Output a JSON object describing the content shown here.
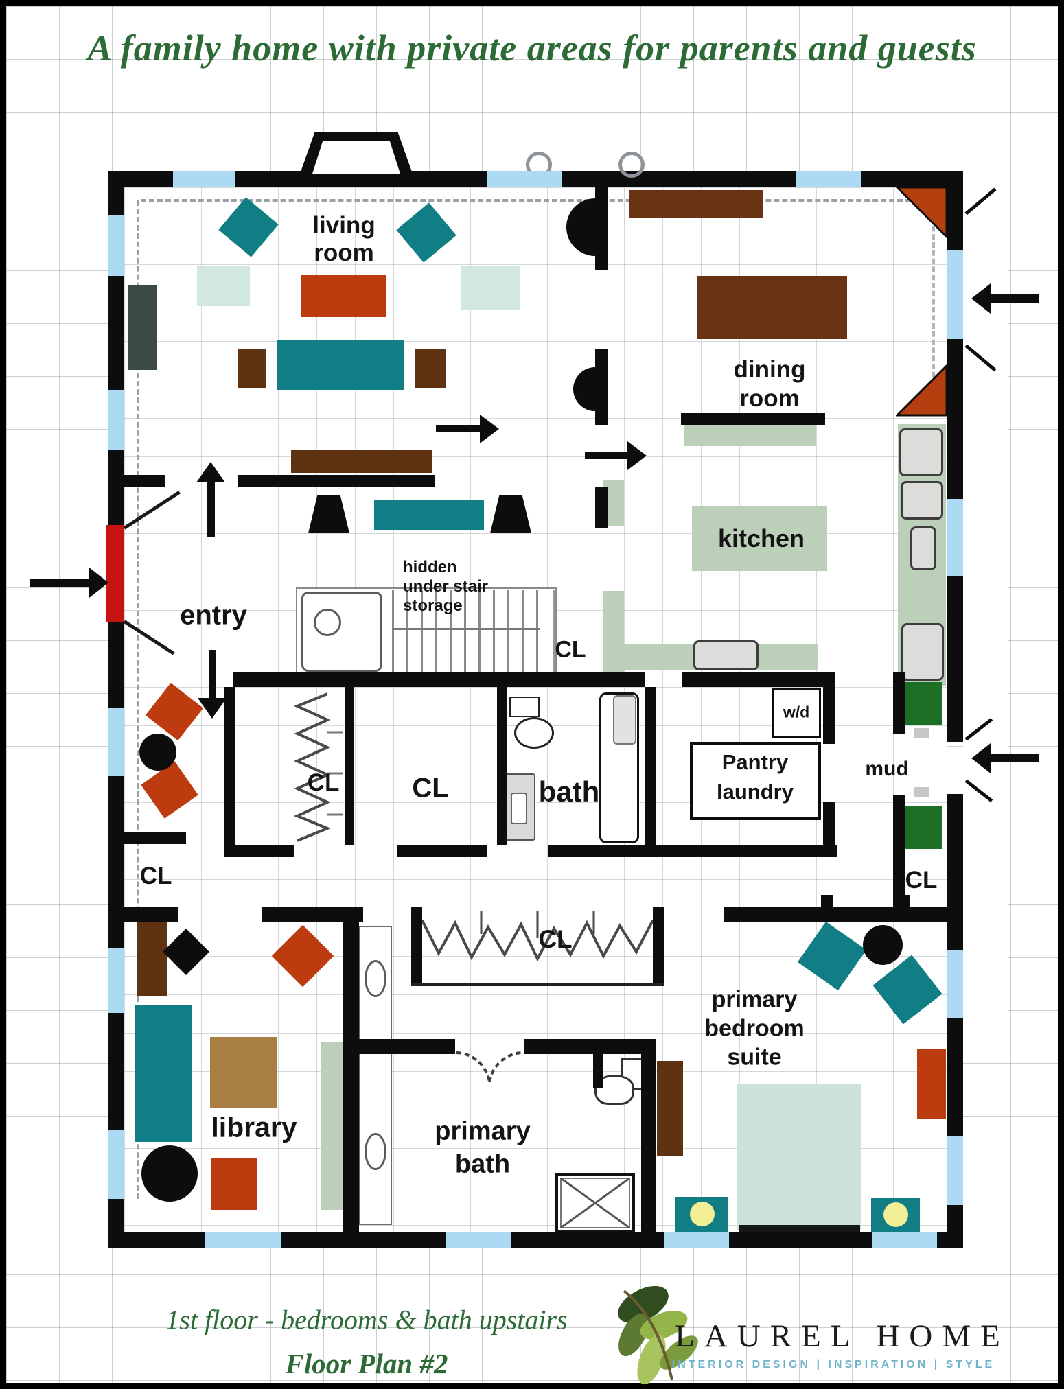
{
  "title": "A family home with private areas for parents and guests",
  "plan": {
    "rooms": {
      "living": [
        "living",
        "room"
      ],
      "dining": [
        "dining",
        "room"
      ],
      "kitchen": "kitchen",
      "entry": "entry",
      "storage": [
        "hidden",
        "under stair",
        "storage"
      ],
      "closet_abbr": "CL",
      "bath": "bath",
      "pantry": [
        "Pantry",
        "laundry"
      ],
      "washer_dryer": "w/d",
      "mud": "mud",
      "library": "library",
      "primary_bath": [
        "primary",
        "bath"
      ],
      "primary_bedroom": [
        "primary",
        "bedroom",
        "suite"
      ]
    }
  },
  "footer": {
    "line1": "1st floor - bedrooms & bath upstairs",
    "line2": "Floor Plan #2"
  },
  "logo": {
    "brand": "LAUREL HOME",
    "tagline": "INTERIOR DESIGN | INSPIRATION | STYLE"
  },
  "palette": {
    "wall": "#0d0d0d",
    "window": "#abdaf2",
    "door": "#c81313",
    "teal": "#117e85",
    "rust": "#bc3c10",
    "brown": "#5f3212",
    "wood": "#6a3414",
    "tan": "#a87e42",
    "sage": "#bccfb8",
    "mint": "#d2e7de",
    "bed_mint": "#cde3da",
    "slate": "#3b4a43",
    "green": "#1e6f26",
    "yellow": "#f2ee96",
    "appliance": "#dcdcda",
    "title_green": "#2c6b35",
    "logo_blue": "#6fb3c9"
  }
}
